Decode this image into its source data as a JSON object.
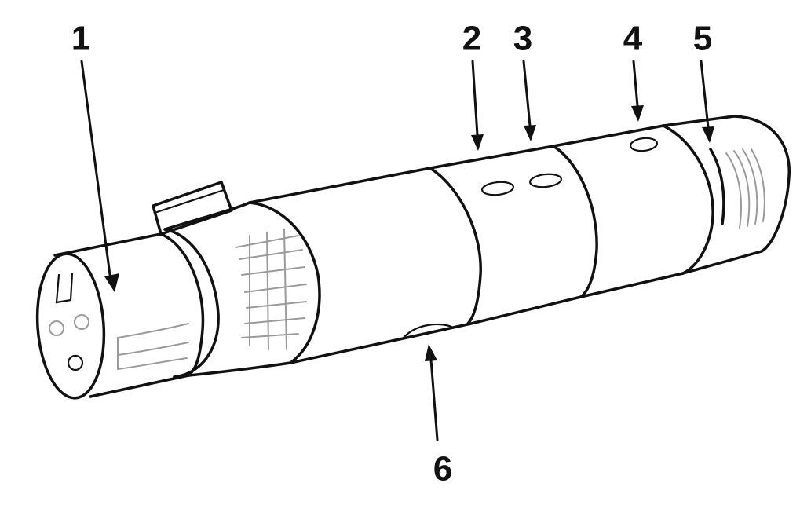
{
  "diagram": {
    "callouts": [
      {
        "id": "1",
        "label": "1"
      },
      {
        "id": "2",
        "label": "2"
      },
      {
        "id": "3",
        "label": "3"
      },
      {
        "id": "4",
        "label": "4"
      },
      {
        "id": "5",
        "label": "5"
      },
      {
        "id": "6",
        "label": "6"
      }
    ],
    "colors": {
      "line": "#111111",
      "detail": "#9a9a9a",
      "background": "#ffffff"
    }
  }
}
